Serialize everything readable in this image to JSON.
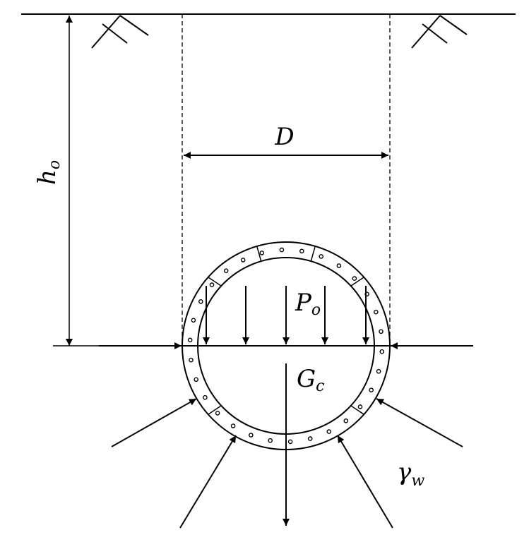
{
  "labels": {
    "diameter": "D",
    "depth_main": "h",
    "depth_sub": "o",
    "pressure_main": "P",
    "pressure_sub": "o",
    "weight_main": "G",
    "weight_sub": "c",
    "water_main": "γ",
    "water_sub": "w"
  },
  "colors": {
    "line": "#000000",
    "background": "#ffffff"
  }
}
